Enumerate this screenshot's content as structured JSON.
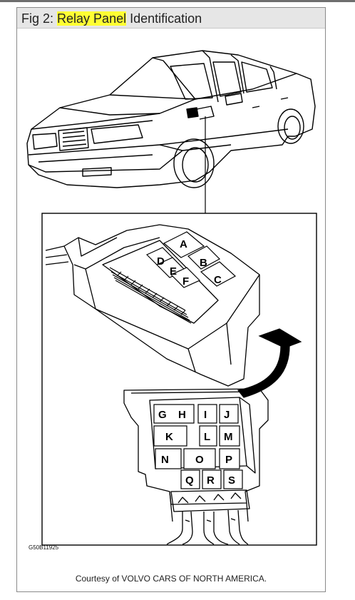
{
  "figure": {
    "title_prefix": "Fig 2: ",
    "title_highlight": "Relay Panel",
    "title_suffix": " Identification",
    "highlight_color": "#ffff33",
    "image_code": "G50B11925",
    "credit": "Courtesy of VOLVO CARS OF NORTH AMERICA."
  },
  "relay_labels_top": [
    "A",
    "B",
    "C",
    "D",
    "E",
    "F"
  ],
  "relay_labels_bottom": [
    "G",
    "H",
    "I",
    "J",
    "K",
    "L",
    "M",
    "N",
    "O",
    "P",
    "Q",
    "R",
    "S"
  ]
}
